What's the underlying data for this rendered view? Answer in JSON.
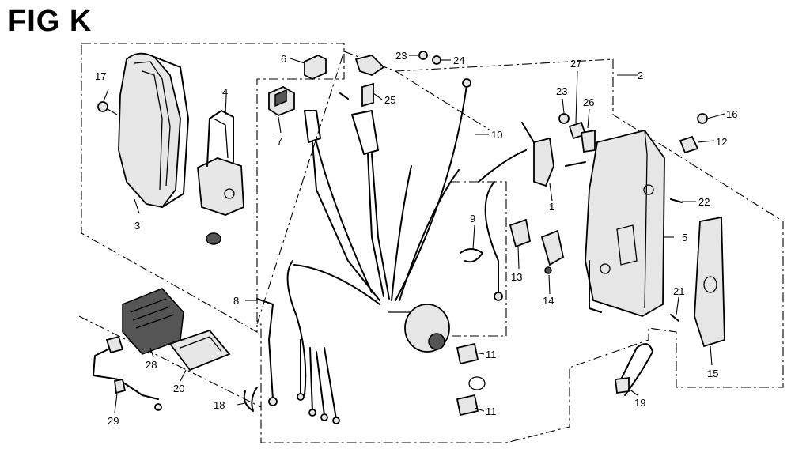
{
  "figure_title": "FIG K",
  "callouts": [
    {
      "key": "c1",
      "text": "1"
    },
    {
      "key": "c2",
      "text": "2"
    },
    {
      "key": "c3",
      "text": "3"
    },
    {
      "key": "c4",
      "text": "4"
    },
    {
      "key": "c5",
      "text": "5"
    },
    {
      "key": "c6",
      "text": "6"
    },
    {
      "key": "c7",
      "text": "7"
    },
    {
      "key": "c8",
      "text": "8"
    },
    {
      "key": "c9",
      "text": "9"
    },
    {
      "key": "c10",
      "text": "10"
    },
    {
      "key": "c11a",
      "text": "11"
    },
    {
      "key": "c11b",
      "text": "11"
    },
    {
      "key": "c12",
      "text": "12"
    },
    {
      "key": "c13",
      "text": "13"
    },
    {
      "key": "c14",
      "text": "14"
    },
    {
      "key": "c15",
      "text": "15"
    },
    {
      "key": "c16",
      "text": "16"
    },
    {
      "key": "c17",
      "text": "17"
    },
    {
      "key": "c18",
      "text": "18"
    },
    {
      "key": "c19",
      "text": "19"
    },
    {
      "key": "c20",
      "text": "20"
    },
    {
      "key": "c21",
      "text": "21"
    },
    {
      "key": "c22",
      "text": "22"
    },
    {
      "key": "c23a",
      "text": "23"
    },
    {
      "key": "c23b",
      "text": "23"
    },
    {
      "key": "c24",
      "text": "24"
    },
    {
      "key": "c25",
      "text": "25"
    },
    {
      "key": "c26",
      "text": "26"
    },
    {
      "key": "c27",
      "text": "27"
    },
    {
      "key": "c28",
      "text": "28"
    },
    {
      "key": "c29",
      "text": "29"
    }
  ]
}
